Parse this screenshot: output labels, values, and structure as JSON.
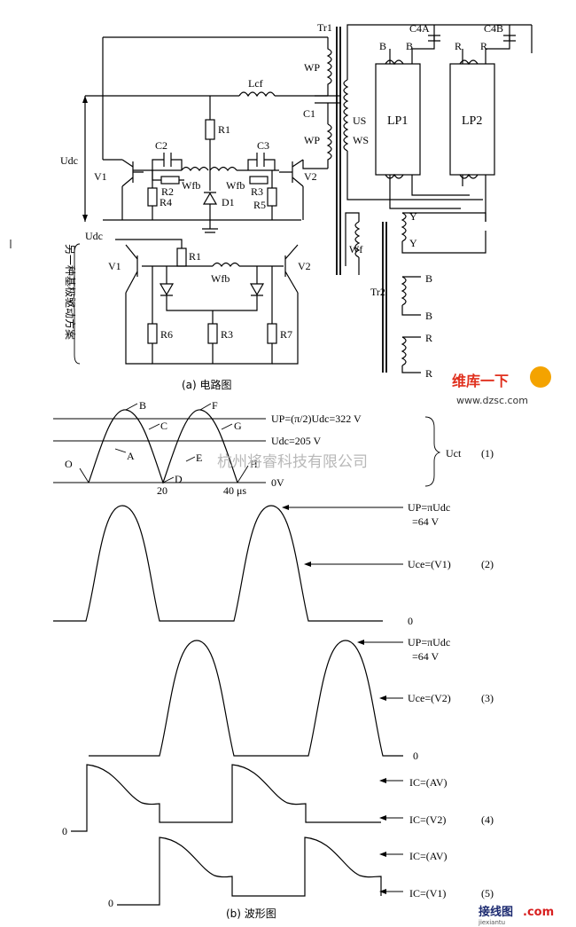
{
  "circuit": {
    "caption": "(a) 电路图",
    "side_note": "另一种基极驱动方案",
    "labels": {
      "Tr1": "Tr1",
      "Tr2": "Tr2",
      "Lcf": "Lcf",
      "C1": "C1",
      "C2": "C2",
      "C3": "C3",
      "C4A": "C4A",
      "C4B": "C4B",
      "R1": "R1",
      "R2": "R2",
      "R3": "R3",
      "R4": "R4",
      "R5": "R5",
      "R6": "R6",
      "R7": "R7",
      "D1": "D1",
      "V1": "V1",
      "V2": "V2",
      "Udc": "Udc",
      "Wfb": "Wfb",
      "WP": "WP",
      "US": "US",
      "WS": "WS",
      "Wf": "Wf",
      "LP1": "LP1",
      "LP2": "LP2",
      "B": "B",
      "R": "R",
      "Y": "Y"
    }
  },
  "waveforms": {
    "caption": "(b) 波形图",
    "w1": {
      "index": "(1)",
      "axis_label": "Uct",
      "levels": [
        "UP=(π/2)Udc=322 V",
        "Udc=205 V",
        "0V"
      ],
      "points": [
        "O",
        "A",
        "B",
        "C",
        "D",
        "E",
        "F",
        "G",
        "H"
      ],
      "ticks": [
        "20",
        "40 μs"
      ]
    },
    "w2": {
      "index": "(2)",
      "peak": "UP=πUdc",
      "peak_val": "=64 V",
      "curve": "Uce=(V1)",
      "zero": "0"
    },
    "w3": {
      "index": "(3)",
      "peak": "UP=πUdc",
      "peak_val": "=64 V",
      "curve": "Uce=(V2)",
      "zero": "0"
    },
    "w4": {
      "index": "(4)",
      "top": "IC=(AV)",
      "bottom": "IC=(V2)",
      "zero": "0"
    },
    "w5": {
      "index": "(5)",
      "top": "IC=(AV)",
      "bottom": "IC=(V1)",
      "zero": "0"
    }
  },
  "watermarks": {
    "company": "杭州将睿科技有限公司",
    "site": "www.dzsc.com",
    "brand": "维库一下",
    "logo": "接线图",
    "logo_sub": "jiexiantu",
    "com": ".com"
  }
}
